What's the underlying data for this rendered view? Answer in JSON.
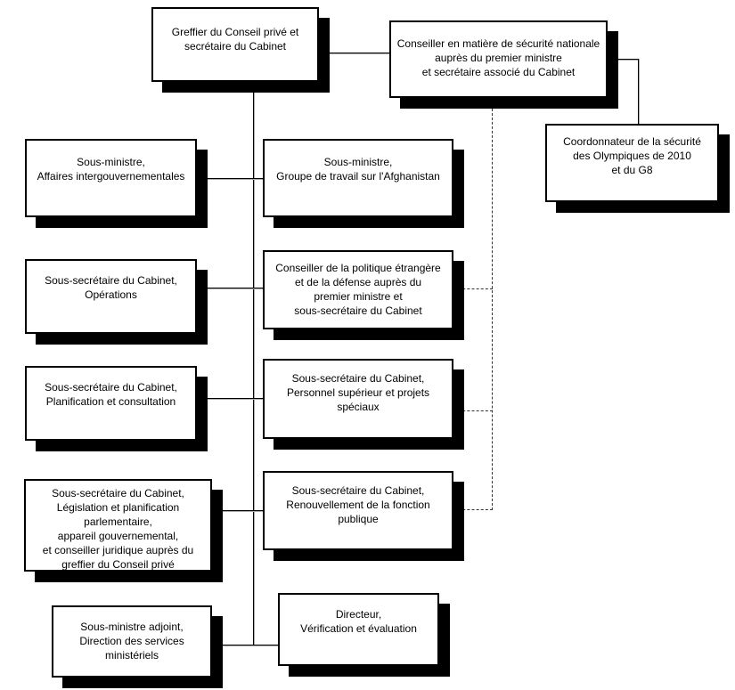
{
  "diagram": {
    "type": "org-chart",
    "language": "fr",
    "colors": {
      "background": "#ffffff",
      "box_fill": "#ffffff",
      "box_border": "#000000",
      "box_shadow": "#000000",
      "connector_solid": "#000000",
      "connector_dashed": "#333333"
    }
  },
  "nodes": [
    {
      "id": "greffier",
      "text": "Greffier du Conseil privé et\nsecrétaire du Cabinet"
    },
    {
      "id": "conseiller-securite-nationale",
      "text": "Conseiller en matière de sécurité nationale\nauprès du premier ministre\net secrétaire associé du Cabinet"
    },
    {
      "id": "coordonnateur-olympiques",
      "text": "Coordonnateur de la sécurité\ndes Olympiques de 2010\net du G8"
    },
    {
      "id": "sm-affaires-intergouvernementales",
      "text": "Sous-ministre,\nAffaires intergouvernementales"
    },
    {
      "id": "sm-afghanistan",
      "text": "Sous-ministre,\nGroupe de travail sur l'Afghanistan"
    },
    {
      "id": "ssc-operations",
      "text": "Sous-secrétaire du Cabinet,\nOpérations"
    },
    {
      "id": "conseiller-politique-etrangere",
      "text": "Conseiller de la politique étrangère\net de la défense auprès du\npremier ministre et\nsous-secrétaire du Cabinet"
    },
    {
      "id": "ssc-planification-consultation",
      "text": "Sous-secrétaire du Cabinet,\nPlanification et consultation"
    },
    {
      "id": "ssc-personnel-superieur",
      "text": "Sous-secrétaire du Cabinet,\nPersonnel supérieur et projets\nspéciaux"
    },
    {
      "id": "ssc-legislation",
      "text": "Sous-secrétaire du Cabinet,\nLégislation et planification\nparlementaire,\nappareil gouvernemental,\net conseiller juridique auprès du\ngreffier du Conseil privé"
    },
    {
      "id": "ssc-renouvellement",
      "text": "Sous-secrétaire du Cabinet,\nRenouvellement de la fonction\npublique"
    },
    {
      "id": "sma-services-ministeriels",
      "text": "Sous-ministre adjoint,\nDirection des services\nministériels"
    },
    {
      "id": "directeur-verification",
      "text": "Directeur,\nVérification et évaluation"
    }
  ],
  "edges": [
    {
      "from": "greffier",
      "to": "conseiller-securite-nationale",
      "style": "solid"
    },
    {
      "from": "conseiller-securite-nationale",
      "to": "coordonnateur-olympiques",
      "style": "solid"
    },
    {
      "from": "greffier",
      "to": "sm-affaires-intergouvernementales",
      "style": "solid"
    },
    {
      "from": "greffier",
      "to": "sm-afghanistan",
      "style": "solid"
    },
    {
      "from": "greffier",
      "to": "ssc-operations",
      "style": "solid"
    },
    {
      "from": "greffier",
      "to": "conseiller-politique-etrangere",
      "style": "solid"
    },
    {
      "from": "greffier",
      "to": "ssc-planification-consultation",
      "style": "solid"
    },
    {
      "from": "greffier",
      "to": "ssc-personnel-superieur",
      "style": "solid"
    },
    {
      "from": "greffier",
      "to": "ssc-legislation",
      "style": "solid"
    },
    {
      "from": "greffier",
      "to": "ssc-renouvellement",
      "style": "solid"
    },
    {
      "from": "greffier",
      "to": "sma-services-ministeriels",
      "style": "solid"
    },
    {
      "from": "greffier",
      "to": "directeur-verification",
      "style": "solid"
    },
    {
      "from": "conseiller-securite-nationale",
      "to": "conseiller-politique-etrangere",
      "style": "dashed"
    },
    {
      "from": "conseiller-securite-nationale",
      "to": "ssc-personnel-superieur",
      "style": "dashed"
    },
    {
      "from": "conseiller-securite-nationale",
      "to": "ssc-renouvellement",
      "style": "dashed"
    }
  ]
}
